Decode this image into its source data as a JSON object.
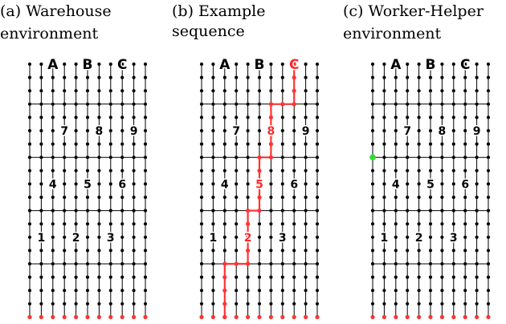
{
  "panels": [
    {
      "id": "a",
      "title_line1": "(a) Warehouse",
      "title_line2": "environment",
      "column_labels": [
        "A",
        "B",
        "C"
      ],
      "shelf_numbers": [
        "7",
        "8",
        "9",
        "4",
        "5",
        "6",
        "1",
        "2",
        "3"
      ],
      "highlighted_path": false,
      "highlight_start_node": false
    },
    {
      "id": "b",
      "title_line1": "(b) Example",
      "title_line2": "sequence",
      "column_labels": [
        "A",
        "B",
        "C"
      ],
      "shelf_numbers": [
        "7",
        "8",
        "9",
        "4",
        "5",
        "6",
        "1",
        "2",
        "3"
      ],
      "highlighted_path": true,
      "highlighted_labels": [
        "C",
        "8",
        "5",
        "2"
      ],
      "highlight_start_node": false
    },
    {
      "id": "c",
      "title_line1": "(c) Worker-Helper",
      "title_line2": "environment",
      "column_labels": [
        "A",
        "B",
        "C"
      ],
      "shelf_numbers": [
        "7",
        "8",
        "9",
        "4",
        "5",
        "6",
        "1",
        "2",
        "3"
      ],
      "highlighted_path": false,
      "highlight_start_node": true
    }
  ],
  "colors": {
    "node": "#000000",
    "edge": "#000000",
    "path": "#ff3333",
    "bottom_row": "#ff3333",
    "helper_node": "#33dd33",
    "label": "#000000",
    "label_highlight": "#ff2a2a"
  }
}
